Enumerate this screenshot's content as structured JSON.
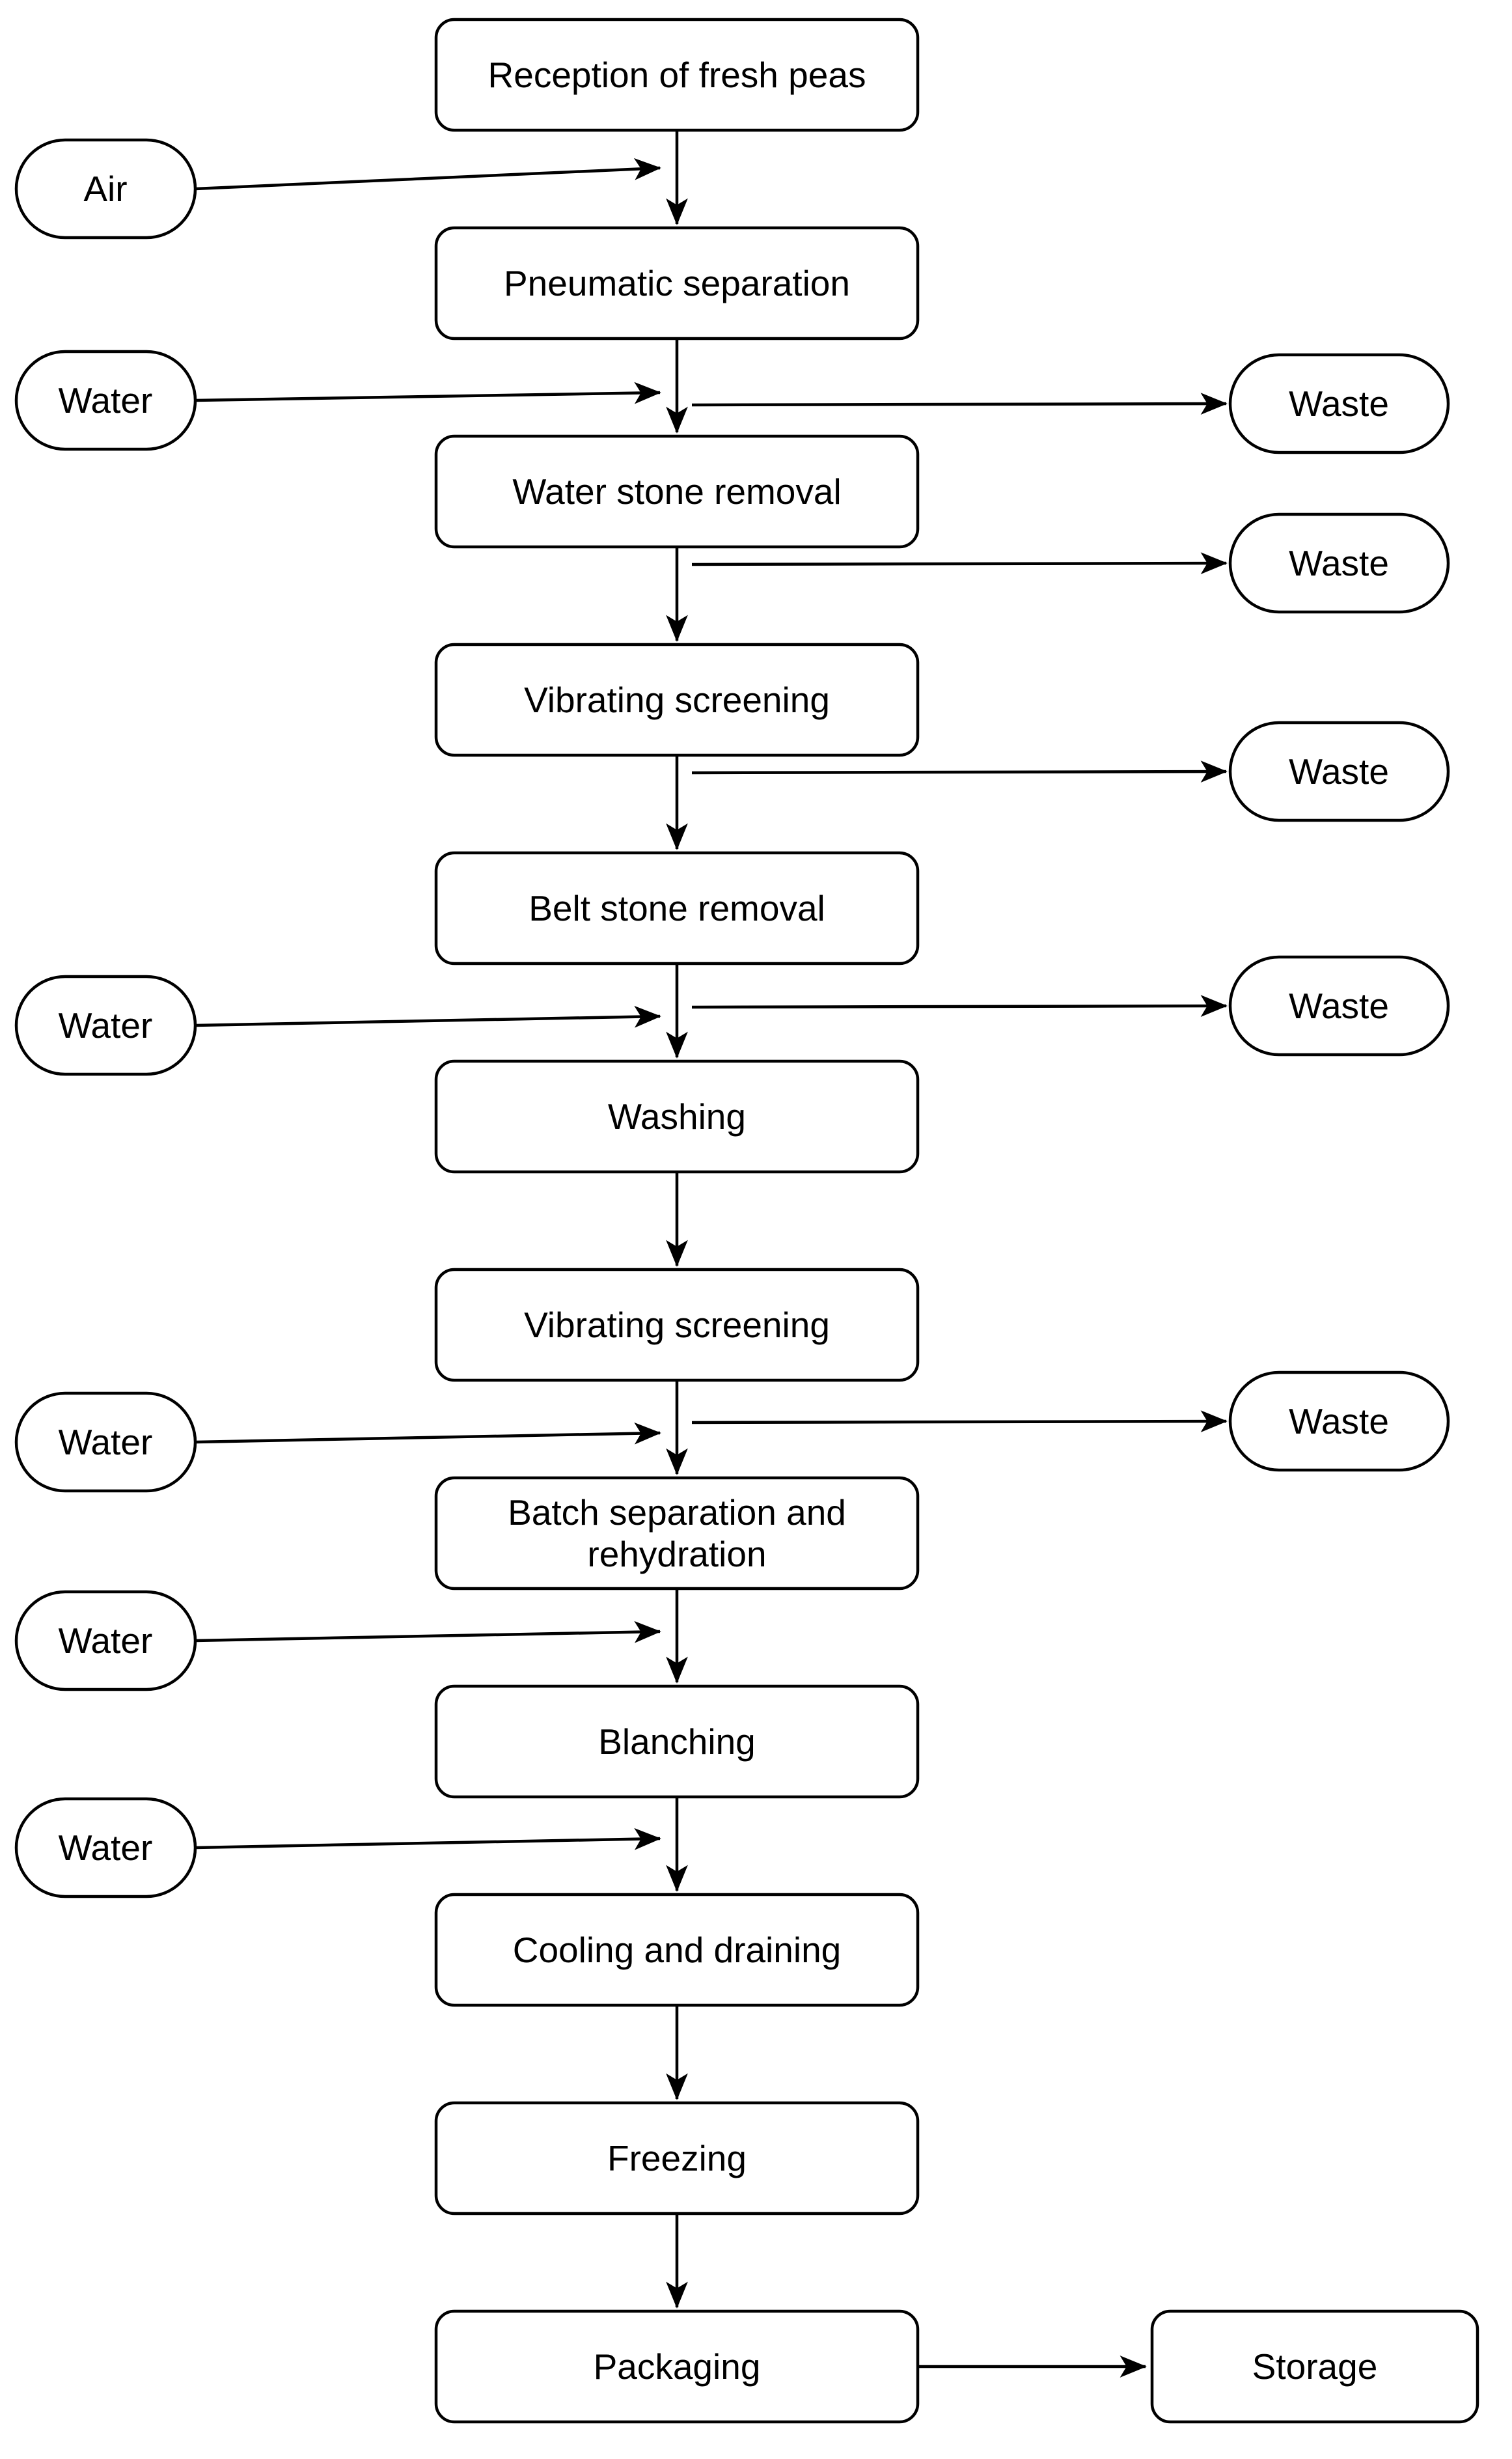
{
  "flowchart": {
    "diagram_type": "process-flow-diagram",
    "colors": {
      "background": "#ffffff",
      "shape_fill": "#ffffff",
      "stroke": "#000000",
      "text": "#000000"
    },
    "process_steps": [
      {
        "label": "Reception of fresh peas"
      },
      {
        "label": "Pneumatic separation"
      },
      {
        "label": "Water stone removal"
      },
      {
        "label": "Vibrating screening"
      },
      {
        "label": "Belt stone removal"
      },
      {
        "label": "Washing"
      },
      {
        "label": "Vibrating screening"
      },
      {
        "label": "Batch separation and rehydration",
        "lines": [
          "Batch separation and",
          "rehydration"
        ]
      },
      {
        "label": "Blanching"
      },
      {
        "label": "Cooling and draining"
      },
      {
        "label": "Freezing"
      },
      {
        "label": "Packaging"
      }
    ],
    "inputs": [
      {
        "label": "Air",
        "feeds_into": "Pneumatic separation"
      },
      {
        "label": "Water",
        "feeds_into": "Water stone removal"
      },
      {
        "label": "Water",
        "feeds_into": "Washing"
      },
      {
        "label": "Water",
        "feeds_into": "Batch separation and rehydration"
      },
      {
        "label": "Water",
        "feeds_into": "Blanching"
      },
      {
        "label": "Water",
        "feeds_into": "Cooling and draining"
      }
    ],
    "waste_outputs": [
      {
        "label": "Waste",
        "branches_from": "Pneumatic separation"
      },
      {
        "label": "Waste",
        "branches_from": "Water stone removal"
      },
      {
        "label": "Waste",
        "branches_from": "Vibrating screening"
      },
      {
        "label": "Waste",
        "branches_from": "Belt stone removal"
      },
      {
        "label": "Waste",
        "branches_from": "Vibrating screening"
      }
    ],
    "terminal": {
      "label": "Storage",
      "from": "Packaging"
    }
  }
}
